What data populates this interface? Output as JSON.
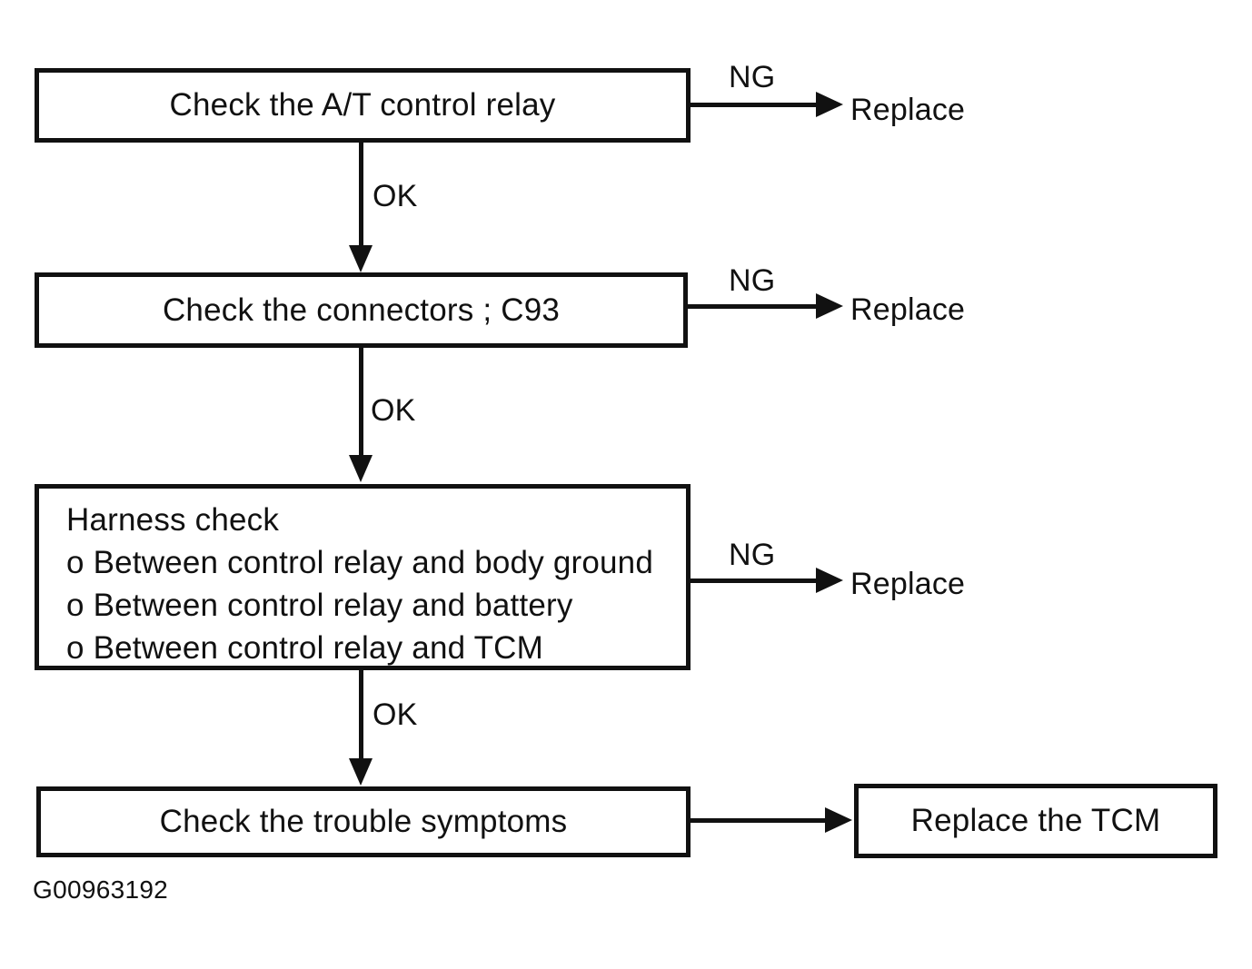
{
  "figure_code": "G00963192",
  "colors": {
    "ink": "#111111",
    "background": "#ffffff"
  },
  "flowchart": {
    "type": "troubleshooting-flowchart",
    "steps": [
      {
        "label": "Check the A/T control relay",
        "ok_label": "OK",
        "ng_label": "NG",
        "ng_action": "Replace"
      },
      {
        "label": "Check the connectors ; C93",
        "ok_label": "OK",
        "ng_label": "NG",
        "ng_action": "Replace"
      },
      {
        "title": "Harness check",
        "items": [
          "o Between control relay and body ground",
          "o Between control relay and battery",
          "o Between control relay and TCM"
        ],
        "ok_label": "OK",
        "ng_label": "NG",
        "ng_action": "Replace"
      },
      {
        "label": "Check the trouble symptoms"
      },
      {
        "label": "Replace the TCM"
      }
    ]
  }
}
